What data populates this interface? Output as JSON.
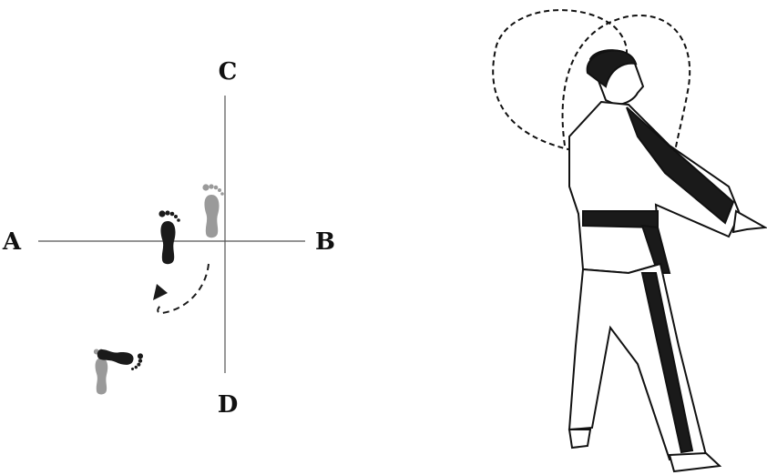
{
  "labels": {
    "a": "A",
    "b": "B",
    "c": "C",
    "d": "D"
  },
  "colors": {
    "dark": "#1a1a1a",
    "grey": "#9a9a9a",
    "line": "#555555"
  }
}
